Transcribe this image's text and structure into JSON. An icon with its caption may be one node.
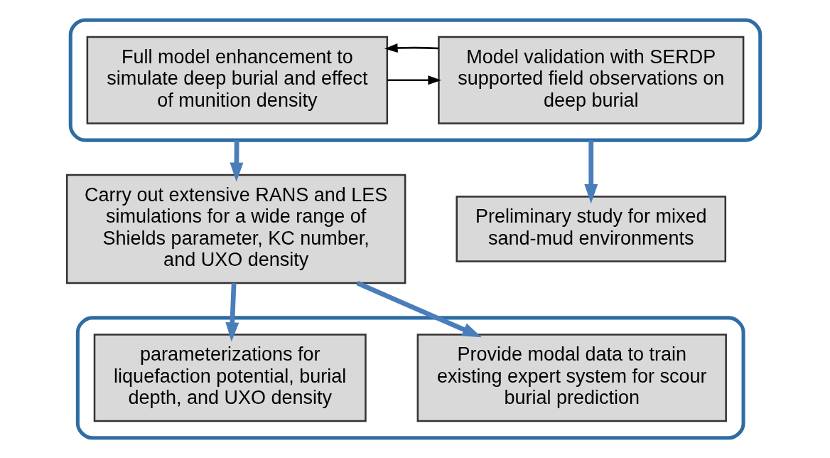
{
  "diagram": {
    "nodes": [
      {
        "text": [],
        "shape": "box"
      },
      {
        "text": [
          "Full model enhancement to simulate deep burial and effect of munition density"
        ],
        "in": 0
      },
      {
        "text": [
          "Model validation with SERDP supported field observations on deep burial"
        ],
        "in": 0
      },
      {
        "text": [
          "Carry out extensive RANS and LES simulations for a wide range of Shields parameter, KC number, and UXO density"
        ]
      },
      {
        "text": [
          "Preliminary study for mixed sand-mud environments"
        ]
      },
      {
        "text": [],
        "shape": "box"
      },
      {
        "text": [
          "parameterizations for liquefaction potential, burial depth, and UXO density"
        ],
        "in": 5
      },
      {
        "text": [
          "Provide modal data to train existing expert system for scour burial prediction"
        ],
        "in": 5
      }
    ],
    "edges": [
      {
        "from": 1,
        "to": 2,
        "arrow": "to",
        "color": "#000000"
      },
      {
        "from": 2,
        "to": 1,
        "arrow": "to",
        "color": "#000000"
      },
      {
        "from": 0,
        "to": 3,
        "arrow": "to"
      },
      {
        "from": 0,
        "to": 4,
        "arrow": "to"
      },
      {
        "from": 3,
        "to": 6,
        "arrow": "to"
      },
      {
        "from": 3,
        "to": 7,
        "arrow": "to"
      }
    ]
  }
}
